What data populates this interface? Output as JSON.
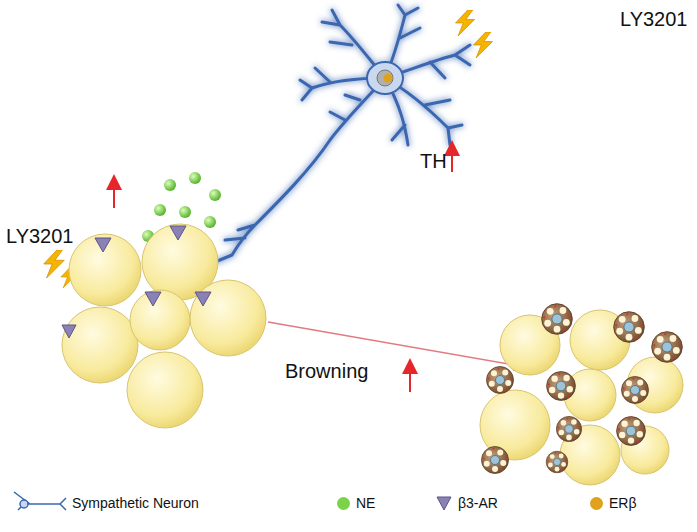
{
  "diagram": {
    "labels": [
      "LY3201",
      "TH",
      "LY3201",
      "Browning"
    ],
    "legend": [
      {
        "text": "Sympathetic Neuron"
      },
      {
        "text": "NE",
        "color": "#7cd34a"
      },
      {
        "text": "β3-AR"
      },
      {
        "text": "ERβ",
        "color": "#e0a21a"
      }
    ]
  }
}
